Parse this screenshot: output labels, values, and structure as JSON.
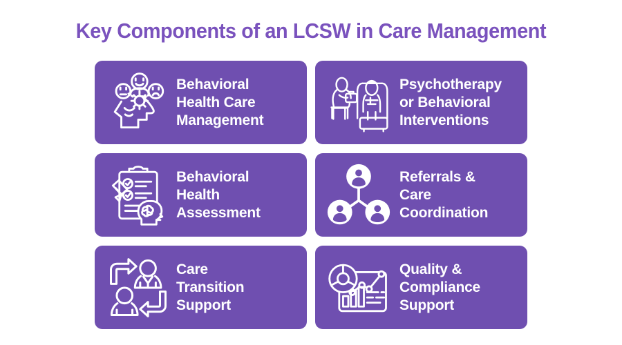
{
  "page": {
    "title": "Key Components of an LCSW in Care Management",
    "background_color": "#ffffff",
    "title_color": "#7a52bd",
    "card_color": "#6f4fb0",
    "card_text_color": "#ffffff"
  },
  "cards": [
    {
      "label": "Behavioral\nHealth Care\nManagement",
      "icon": "head-gear-emotions-icon"
    },
    {
      "label": "Psychotherapy\nor Behavioral\nInterventions",
      "icon": "therapy-session-icon"
    },
    {
      "label": "Behavioral\nHealth\nAssessment",
      "icon": "clipboard-brain-assessment-icon"
    },
    {
      "label": "Referrals &\nCare\nCoordination",
      "icon": "people-network-icon"
    },
    {
      "label": "Care\nTransition\nSupport",
      "icon": "handoff-arrows-people-icon"
    },
    {
      "label": "Quality &\nCompliance\nSupport",
      "icon": "analytics-dashboard-icon"
    }
  ]
}
